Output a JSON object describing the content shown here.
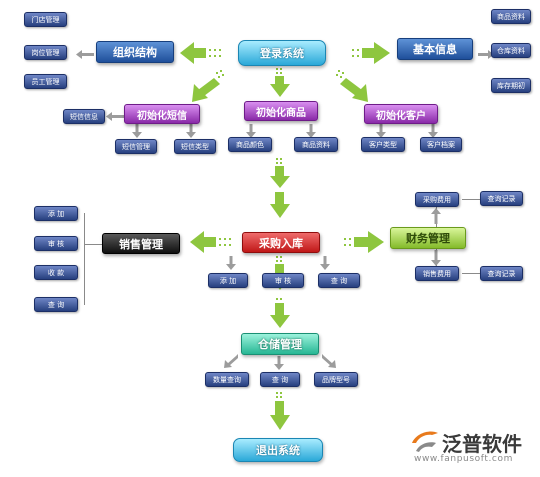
{
  "diagram": {
    "nodes": [
      {
        "id": "login",
        "label": "登录系统",
        "style": "cyan"
      },
      {
        "id": "org",
        "label": "组织结构",
        "style": "blue"
      },
      {
        "id": "basic",
        "label": "基本信息",
        "style": "blue"
      },
      {
        "id": "store_mgmt",
        "label": "门店管理",
        "style": "navy"
      },
      {
        "id": "post_mgmt",
        "label": "岗位管理",
        "style": "navy"
      },
      {
        "id": "staff_mgmt",
        "label": "员工管理",
        "style": "navy"
      },
      {
        "id": "goods_info_r",
        "label": "商品资料",
        "style": "navy"
      },
      {
        "id": "warehouse_r",
        "label": "仓库资料",
        "style": "navy"
      },
      {
        "id": "stock_init",
        "label": "库存期初",
        "style": "navy"
      },
      {
        "id": "init_sms",
        "label": "初始化短信",
        "style": "purple"
      },
      {
        "id": "init_goods",
        "label": "初始化商品",
        "style": "purple"
      },
      {
        "id": "init_cust",
        "label": "初始化客户",
        "style": "purple"
      },
      {
        "id": "sms_info",
        "label": "短信信息",
        "style": "navy"
      },
      {
        "id": "sms_mgmt",
        "label": "短信管理",
        "style": "navy"
      },
      {
        "id": "sms_type",
        "label": "短信类型",
        "style": "navy"
      },
      {
        "id": "goods_color",
        "label": "商品颜色",
        "style": "navy"
      },
      {
        "id": "goods_info",
        "label": "商品资料",
        "style": "navy"
      },
      {
        "id": "cust_type",
        "label": "客户类型",
        "style": "navy"
      },
      {
        "id": "cust_file",
        "label": "客户档案",
        "style": "navy"
      },
      {
        "id": "sales",
        "label": "销售管理",
        "style": "dark"
      },
      {
        "id": "purchase",
        "label": "采购入库",
        "style": "red"
      },
      {
        "id": "finance",
        "label": "财务管理",
        "style": "green"
      },
      {
        "id": "s_add",
        "label": "添 加",
        "style": "navy"
      },
      {
        "id": "s_audit",
        "label": "审 核",
        "style": "navy"
      },
      {
        "id": "s_collect",
        "label": "收 款",
        "style": "navy"
      },
      {
        "id": "s_query",
        "label": "查 询",
        "style": "navy"
      },
      {
        "id": "p_add",
        "label": "添 加",
        "style": "navy"
      },
      {
        "id": "p_audit",
        "label": "审 核",
        "style": "navy"
      },
      {
        "id": "p_query",
        "label": "查 询",
        "style": "navy"
      },
      {
        "id": "f_purch_fee",
        "label": "采购费用",
        "style": "navy"
      },
      {
        "id": "f_sales_fee",
        "label": "销售费用",
        "style": "navy"
      },
      {
        "id": "f_query_1",
        "label": "查询记录",
        "style": "navy"
      },
      {
        "id": "f_query_2",
        "label": "查询记录",
        "style": "navy"
      },
      {
        "id": "storage",
        "label": "仓储管理",
        "style": "teal"
      },
      {
        "id": "st_qty",
        "label": "数量查询",
        "style": "navy"
      },
      {
        "id": "st_query",
        "label": "查 询",
        "style": "navy"
      },
      {
        "id": "st_model",
        "label": "品牌型号",
        "style": "navy"
      },
      {
        "id": "logout",
        "label": "退出系统",
        "style": "cyan"
      }
    ]
  },
  "colors": {
    "arrow_green": "#8ec63f",
    "arrow_dark": "#5f9a1d",
    "navy": "#27407f",
    "blue": "#1f4f9a",
    "cyan": "#2aa8d8",
    "purple": "#8a2aa8",
    "red": "#c01818",
    "dark": "#0f0f0f",
    "green": "#84bb2a",
    "teal": "#27b694"
  },
  "logo": {
    "name": "泛普软件",
    "url": "www.fanpusoft.com"
  }
}
